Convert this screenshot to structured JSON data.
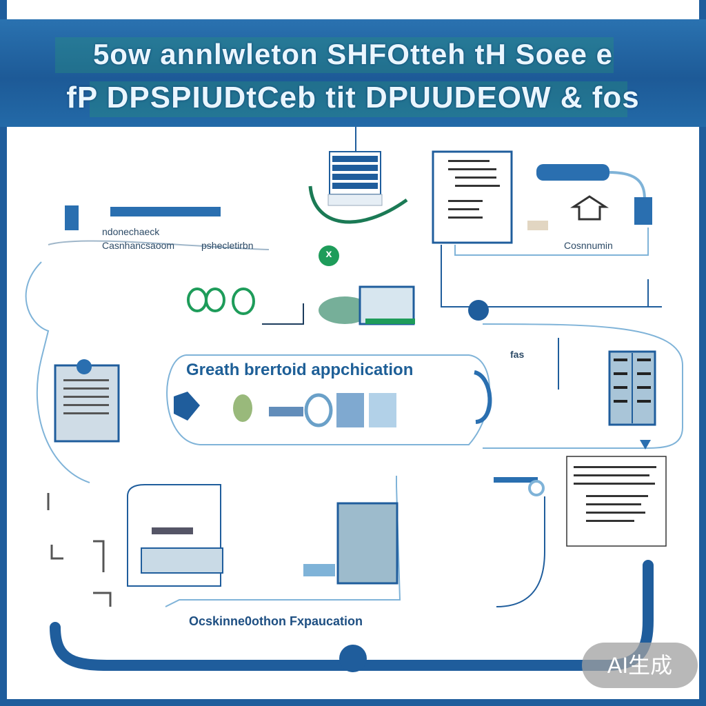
{
  "header": {
    "title_line1": "5ow annlwleton  SHFOtteh tH Soee e",
    "title_line2": "fP DPSPIUDtCeb tit DPUUDEOW  & fos"
  },
  "labels": {
    "top_left_a": "ndonechaeck",
    "top_left_b": "Casnhancsaoom",
    "top_left_c": "pshecletirbn",
    "top_right": "Cosnnumin",
    "center_title": "Greath brertoid appchication",
    "mid_right": "fas",
    "bottom_title": "Ocskinne0othon Fxpaucation",
    "check_mark": "x"
  },
  "watermark": "AI生成",
  "colors": {
    "brand_blue": "#1f5d9c",
    "accent_green": "#1e9c5a",
    "light_blue": "#7fb3d8"
  }
}
